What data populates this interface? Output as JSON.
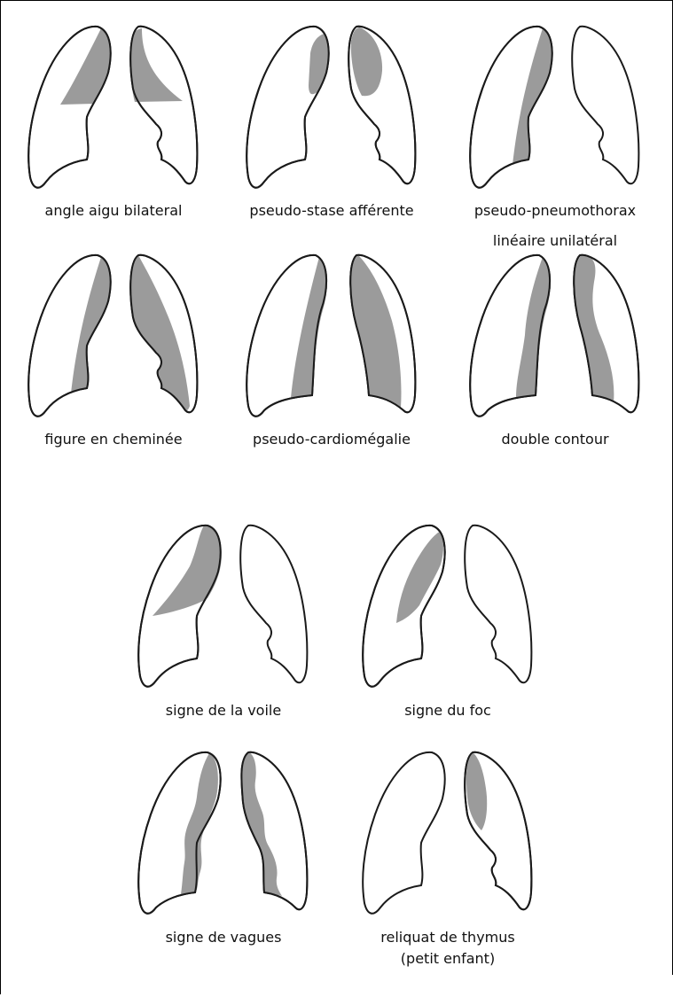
{
  "panels": [
    {
      "id": "angle-aigu",
      "label": [
        "angle aigu bilateral"
      ]
    },
    {
      "id": "pseudo-stase",
      "label": [
        "pseudo-stase afférente"
      ]
    },
    {
      "id": "pseudo-pneumothorax",
      "label": [
        "pseudo-pneumothorax",
        "linéaire unilatéral"
      ]
    },
    {
      "id": "cheminee",
      "label": [
        "figure en cheminée"
      ]
    },
    {
      "id": "cardiomegalie",
      "label": [
        "pseudo-cardiomégalie"
      ]
    },
    {
      "id": "double-contour",
      "label": [
        "double contour"
      ]
    },
    {
      "id": "voile",
      "label": [
        "signe de la voile"
      ]
    },
    {
      "id": "foc",
      "label": [
        "signe du foc"
      ]
    },
    {
      "id": "vagues",
      "label": [
        "signe de vagues"
      ]
    },
    {
      "id": "thymus",
      "label": [
        "reliquat de thymus",
        "(petit enfant)"
      ]
    }
  ],
  "colors": {
    "outline": "#1a1a1a",
    "shading": "#9b9b9b",
    "background": "#ffffff"
  }
}
